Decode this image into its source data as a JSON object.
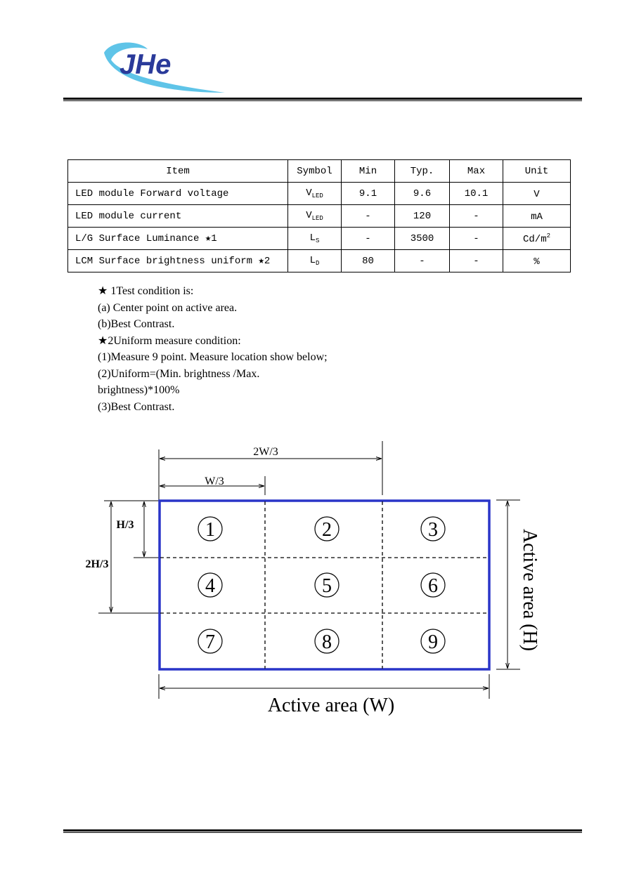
{
  "table": {
    "headers": [
      "Item",
      "Symbol",
      "Min",
      "Typ.",
      "Max",
      "Unit"
    ],
    "rows": [
      {
        "item": "LED module Forward voltage",
        "symbol_base": "V",
        "symbol_sub": "LED",
        "min": "9.1",
        "typ": "9.6",
        "max": "10.1",
        "unit": "V",
        "unit_sup": ""
      },
      {
        "item": "LED module current",
        "symbol_base": "V",
        "symbol_sub": "LED",
        "min": "-",
        "typ": "120",
        "max": "-",
        "unit": "mA",
        "unit_sup": ""
      },
      {
        "item": "L/G Surface Luminance ★1",
        "symbol_base": "L",
        "symbol_sub": "S",
        "min": "-",
        "typ": "3500",
        "max": "-",
        "unit": "Cd/m",
        "unit_sup": "2"
      },
      {
        "item": "LCM Surface brightness uniform ★2",
        "symbol_base": "L",
        "symbol_sub": "D",
        "min": "80",
        "typ": "-",
        "max": "-",
        "unit": "%",
        "unit_sup": ""
      }
    ]
  },
  "notes": [
    "★ 1Test condition is:",
    "(a) Center point on active area.",
    "(b)Best Contrast.",
    "★2Uniform measure condition:",
    "(1)Measure 9 point. Measure location show below;",
    "(2)Uniform=(Min. brightness /Max.",
    "brightness)*100%",
    "(3)Best Contrast."
  ],
  "diagram": {
    "label_2w3": "2W/3",
    "label_w3": "W/3",
    "label_h3": "H/3",
    "label_2h3": "2H/3",
    "label_width": "Active area (W)",
    "label_height": "Active area (H)",
    "points": [
      "1",
      "2",
      "3",
      "4",
      "5",
      "6",
      "7",
      "8",
      "9"
    ],
    "border_color": "#2a35c8"
  }
}
